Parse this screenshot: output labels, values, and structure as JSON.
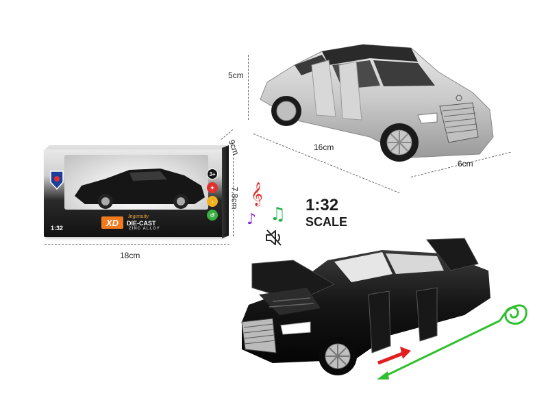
{
  "dimensions": {
    "top_height": "5cm",
    "top_length": "16cm",
    "top_width": "6cm",
    "box_depth": "9cm",
    "box_height": "7.8cm",
    "box_length": "18cm"
  },
  "box": {
    "scale_text": "1:32",
    "logo_text": "XD",
    "brand_script": "Ingenuity",
    "die_cast": "DIE-CAST",
    "zinc_alloy": "ZINC ALLOY",
    "age_badge": "3+"
  },
  "scale": {
    "number": "1:32",
    "word": "SCALE"
  },
  "colors": {
    "silver_car": "#cfcfcf",
    "black_car": "#111111",
    "note_red": "#e03030",
    "note_green": "#22b14c",
    "note_purple": "#8a2be2",
    "arrow_red": "#e02020",
    "arrow_green": "#2fbf2f",
    "logo_orange": "#f07a1e"
  },
  "icons": [
    "music-note-icon",
    "speaker-icon",
    "light-icon",
    "sound-icon",
    "pullback-icon"
  ]
}
